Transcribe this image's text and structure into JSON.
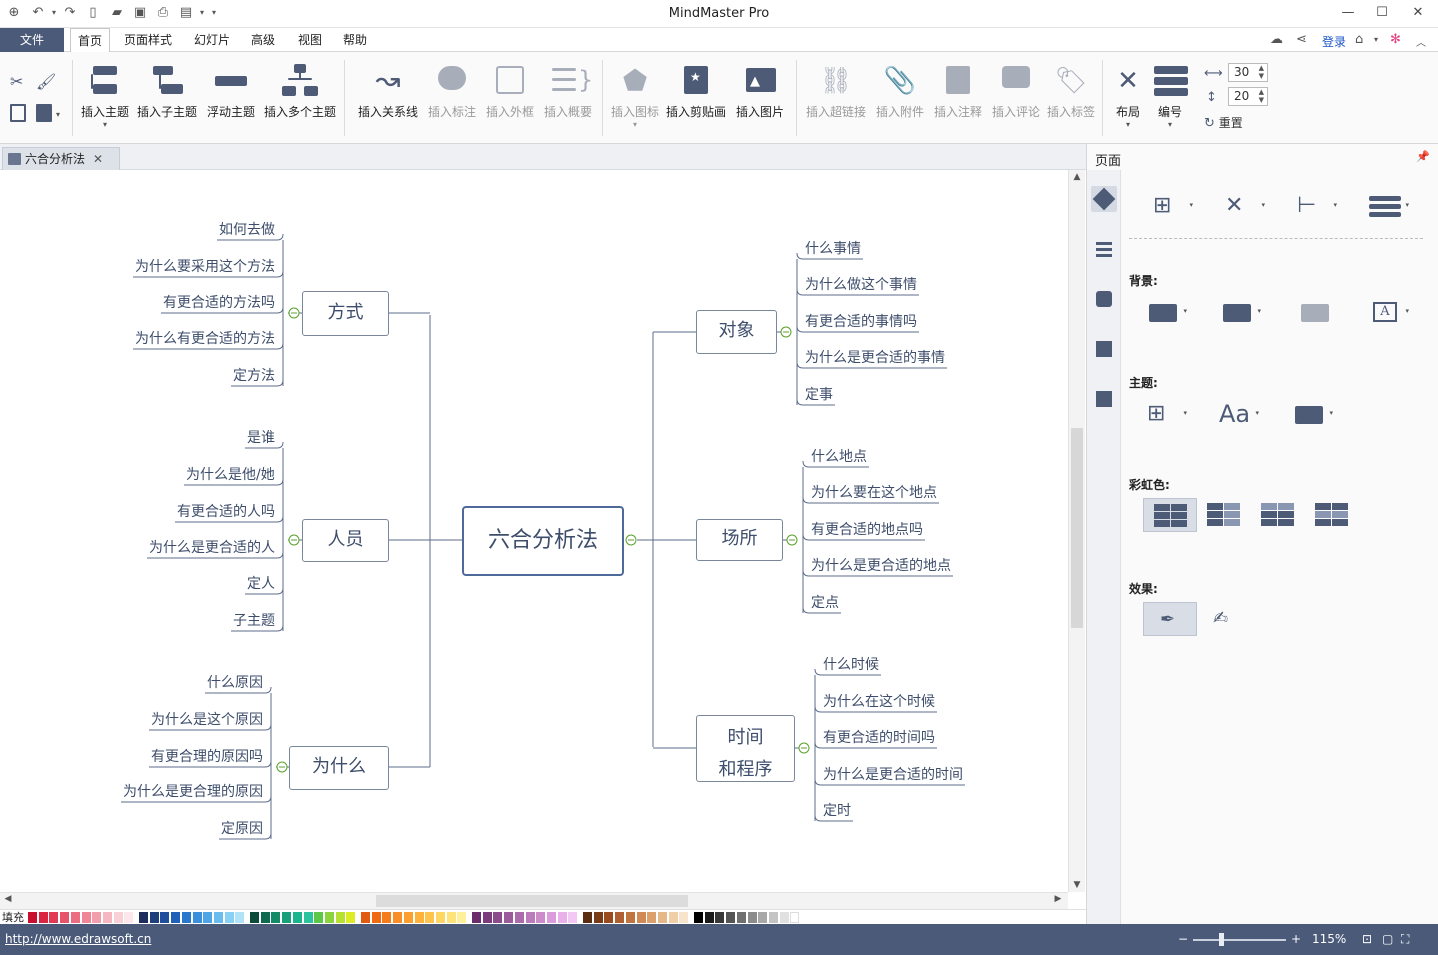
{
  "app": {
    "title": "MindMaster Pro"
  },
  "menu": {
    "file": "文件",
    "tabs": [
      "首页",
      "页面样式",
      "幻灯片",
      "高级",
      "视图",
      "帮助"
    ],
    "login": "登录"
  },
  "ribbon": {
    "insert_topic": "插入主题",
    "insert_subtopic": "插入子主题",
    "floating_topic": "浮动主题",
    "insert_multiple": "插入多个主题",
    "insert_relationship": "插入关系线",
    "insert_callout": "插入标注",
    "insert_boundary": "插入外框",
    "insert_summary": "插入概要",
    "insert_icon": "插入图标",
    "insert_clipart": "插入剪贴画",
    "insert_image": "插入图片",
    "insert_hyperlink": "插入超链接",
    "insert_attachment": "插入附件",
    "insert_note": "插入注释",
    "insert_comment": "插入评论",
    "insert_tag": "插入标签",
    "layout": "布局",
    "numbering": "编号",
    "spacing_h": "30",
    "spacing_v": "20",
    "reset": "重置"
  },
  "document": {
    "tab_title": "六合分析法"
  },
  "mindmap": {
    "central": "六合分析法",
    "left": [
      {
        "topic": "方式",
        "subtopics": [
          "如何去做",
          "为什么要采用这个方法",
          "有更合适的方法吗",
          "为什么有更合适的方法",
          "定方法"
        ]
      },
      {
        "topic": "人员",
        "subtopics": [
          "是谁",
          "为什么是他/她",
          "有更合适的人吗",
          "为什么是更合适的人",
          "定人",
          "子主题"
        ]
      },
      {
        "topic": "为什么",
        "subtopics": [
          "什么原因",
          "为什么是这个原因",
          "有更合理的原因吗",
          "为什么是更合理的原因",
          "定原因"
        ]
      }
    ],
    "right": [
      {
        "topic": "对象",
        "subtopics": [
          "什么事情",
          "为什么做这个事情",
          "有更合适的事情吗",
          "为什么是更合适的事情",
          "定事"
        ]
      },
      {
        "topic": "场所",
        "subtopics": [
          "什么地点",
          "为什么要在这个地点",
          "有更合适的地点吗",
          "为什么是更合适的地点",
          "定点"
        ]
      },
      {
        "topic": "时间\n和程序",
        "subtopics": [
          "什么时候",
          "为什么在这个时候",
          "有更合适的时间吗",
          "为什么是更合适的时间",
          "定时"
        ]
      }
    ]
  },
  "palette": {
    "label": "填充",
    "colors": [
      "#c8102e",
      "#d9253f",
      "#e03a55",
      "#e6536b",
      "#ec6c82",
      "#f08597",
      "#f39ead",
      "#f6b7c2",
      "#f9d0d7",
      "#fce8ec",
      "#1c2c5c",
      "#1f3f7c",
      "#1f4f9c",
      "#2060b8",
      "#2a78cc",
      "#3a90dc",
      "#4ea6e6",
      "#68bcee",
      "#88d0f4",
      "#b0e2f8",
      "#0c4a3a",
      "#106a50",
      "#148a66",
      "#18a07a",
      "#1cb48c",
      "#2cc49c",
      "#5cc84a",
      "#8cd43c",
      "#b8e030",
      "#dced28",
      "#e05a10",
      "#f06a14",
      "#f47c1c",
      "#f88e26",
      "#fba030",
      "#fdb23c",
      "#fec44c",
      "#fed662",
      "#fee27c",
      "#fff09c",
      "#6a2c6a",
      "#7c3c7c",
      "#8c4c8c",
      "#9c5c9c",
      "#ac6cac",
      "#bc7cbc",
      "#cc8ccc",
      "#dc9cdc",
      "#eab0ea",
      "#f4c8f4",
      "#5a2c10",
      "#7a3c18",
      "#9a4c20",
      "#b06030",
      "#c07440",
      "#d08a56",
      "#dca06c",
      "#e6b888",
      "#f0cea8",
      "#f8e4cc",
      "#000000",
      "#1c1c1c",
      "#383838",
      "#545454",
      "#707070",
      "#8c8c8c",
      "#a8a8a8",
      "#c4c4c4",
      "#e0e0e0",
      "#ffffff"
    ]
  },
  "status": {
    "url": "http://www.edrawsoft.cn",
    "zoom": "115%"
  },
  "rightpane": {
    "title": "页面",
    "background_label": "背景:",
    "theme_label": "主题:",
    "rainbow_label": "彩虹色:",
    "effect_label": "效果:"
  }
}
